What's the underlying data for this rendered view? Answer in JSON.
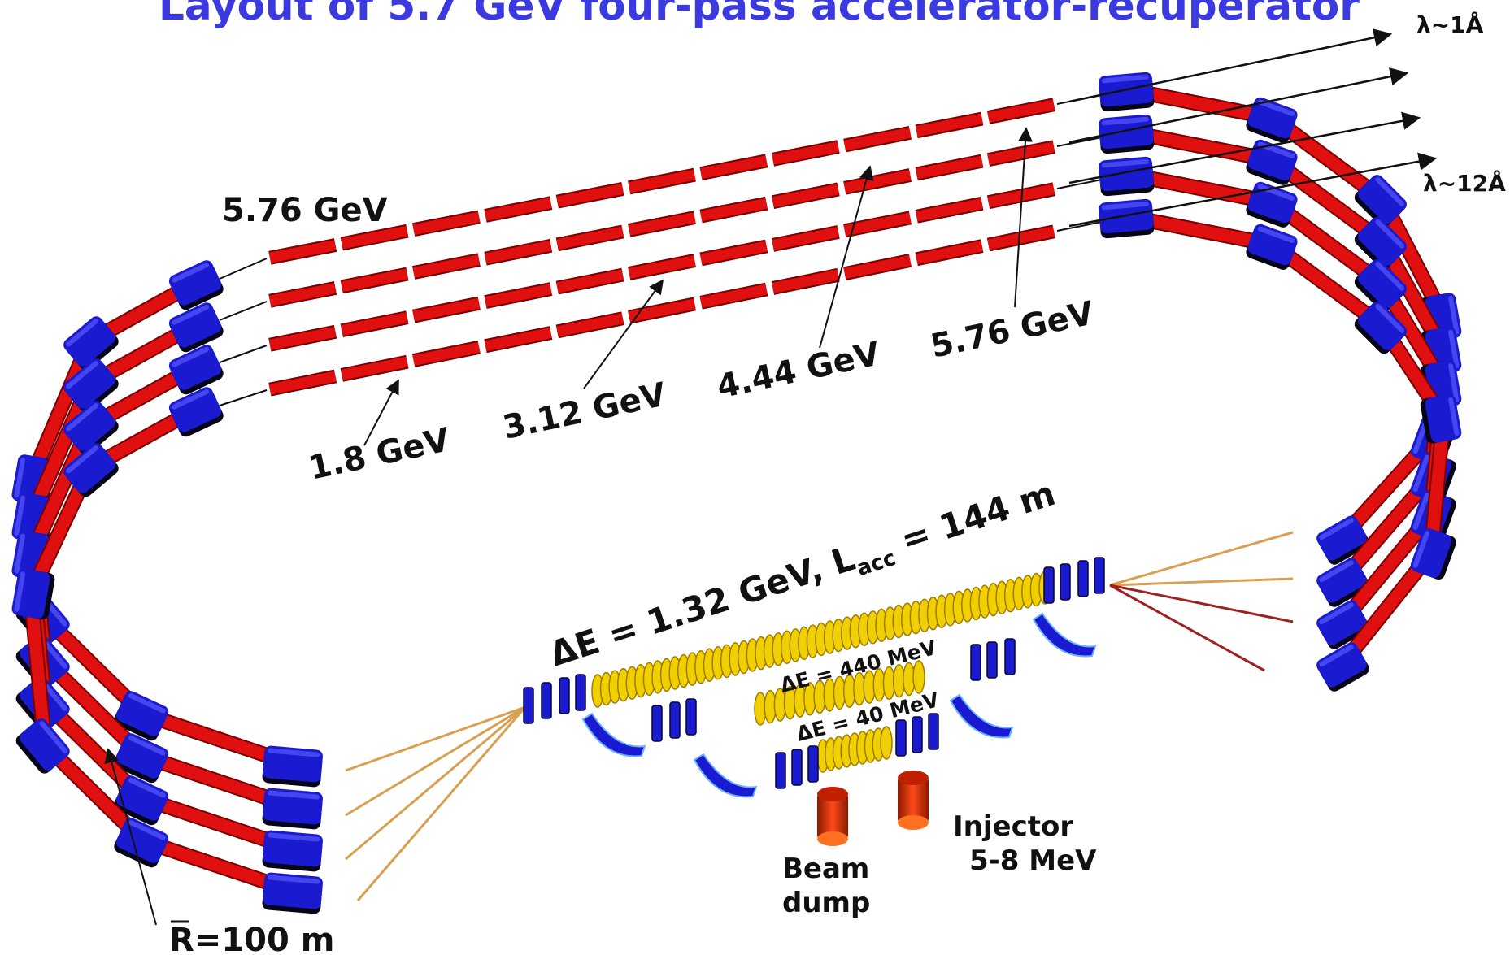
{
  "title": "Layout of 5.7 GeV four-pass accelerator-recuperator",
  "labels": {
    "wavelength_short": "λ~1Å",
    "wavelength_long": "λ~12Å",
    "energy_top_left": "5.76 GeV",
    "energy_1": "1.8 GeV",
    "energy_2": "3.12 GeV",
    "energy_3": "4.44 GeV",
    "energy_4": "5.76 GeV",
    "main_linac_de": "ΔE = 1.32 GeV, L",
    "main_linac_acc": "acc",
    "main_linac_len": " = 144 m",
    "linac_440": "ΔE = 440 MeV",
    "linac_40": "ΔE = 40 MeV",
    "injector": "Injector",
    "injector_energy": "5-8 MeV",
    "beam": "Beam",
    "dump": "dump",
    "radius": "R=100 m"
  },
  "colors": {
    "title": "#3a3ae0",
    "pipe": "#e01010",
    "magnet": "#1a1ad0",
    "cavity": "#f0d000",
    "feeder": "#d8a050",
    "text": "#111111"
  }
}
